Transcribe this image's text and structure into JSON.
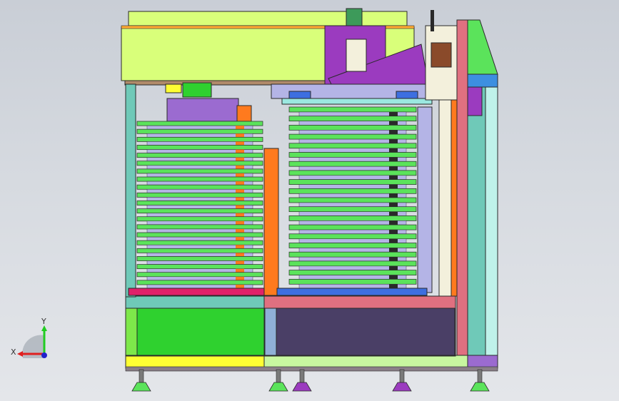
{
  "viewport": {
    "background_top": "#c9ced6",
    "background_bottom": "#e4e6ea"
  },
  "colors": {
    "frame_lime": "#d9ff7a",
    "frame_green": "#2fd12f",
    "frame_yellow": "#ffff33",
    "frame_teal": "#6fc9b8",
    "frame_cyan": "#bff2ea",
    "plate_lilac": "#b4b4e6",
    "plate_green": "#5be35b",
    "plate_purple": "#9b3bbf",
    "plate_blue": "#3d6fe0",
    "plate_orange": "#ff7a1e",
    "plate_pink": "#e07080",
    "plate_dark": "#4a3f66",
    "plate_olive": "#b8d65a",
    "outline": "#2a2a2a"
  },
  "triad": {
    "x_label": "X",
    "y_label": "Y",
    "x_color": "#e02020",
    "y_color": "#22cc22",
    "z_color": "#2222cc"
  },
  "stack_left": {
    "layers": 21
  },
  "stack_right": {
    "layers": 20
  }
}
